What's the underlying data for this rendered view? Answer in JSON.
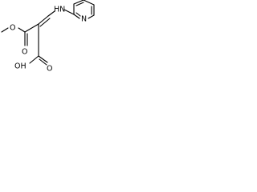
{
  "molecule": {
    "atoms": {
      "o_methoxy": "O",
      "o_ester_carbonyl": "O",
      "nh": "HN",
      "n_pyridine": "N",
      "o_acid_carbonyl": "O",
      "oh": "OH"
    }
  }
}
